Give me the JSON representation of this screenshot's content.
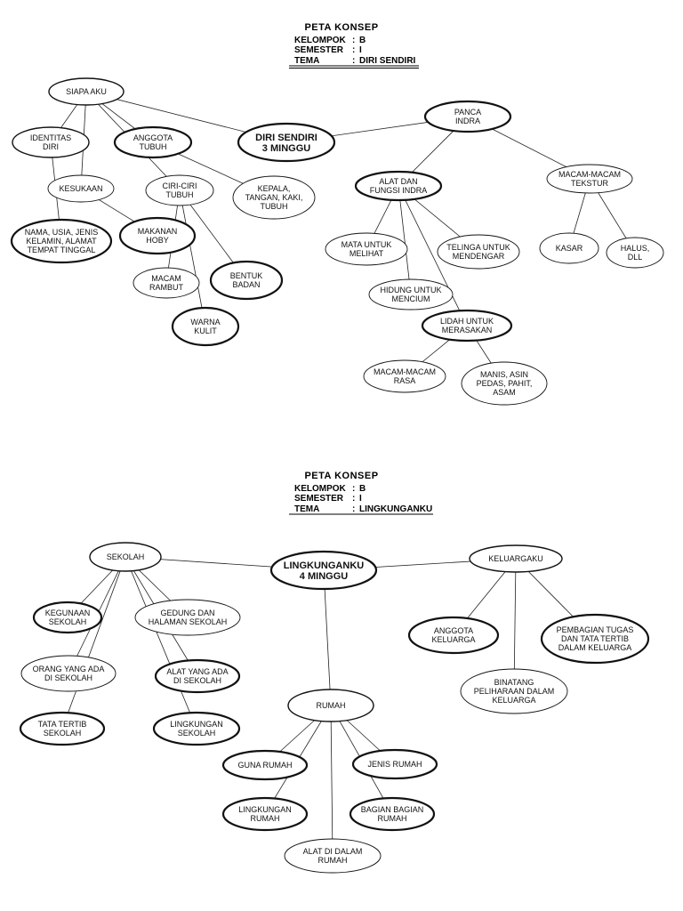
{
  "maps": [
    {
      "title": "PETA KONSEP",
      "kelompok_label": "KELOMPOK",
      "kelompok_value": "B",
      "semester_label": "SEMESTER",
      "semester_value": "I",
      "tema_label": "TEMA",
      "tema_value": "DIRI SENDIRI",
      "nodes": [
        {
          "id": "diri",
          "lines": [
            "DIRI SENDIRI",
            "3 MINGGU"
          ],
          "style": "bold"
        },
        {
          "id": "siapa",
          "lines": [
            "SIAPA AKU"
          ],
          "style": "medium"
        },
        {
          "id": "identitas",
          "lines": [
            "IDENTITAS",
            "DIRI"
          ],
          "style": "medium"
        },
        {
          "id": "nama",
          "lines": [
            "NAMA, USIA, JENIS",
            "KELAMIN, ALAMAT",
            "TEMPAT TINGGAL"
          ],
          "style": "bold"
        },
        {
          "id": "kesukaan",
          "lines": [
            "KESUKAAN"
          ],
          "style": "thin"
        },
        {
          "id": "makanan",
          "lines": [
            "MAKANAN",
            "HOBY"
          ],
          "style": "bold"
        },
        {
          "id": "anggota_tubuh",
          "lines": [
            "ANGGOTA",
            "TUBUH"
          ],
          "style": "bold"
        },
        {
          "id": "ciri",
          "lines": [
            "CIRI-CIRI",
            "TUBUH"
          ],
          "style": "thin"
        },
        {
          "id": "macam_rambut",
          "lines": [
            "MACAM",
            "RAMBUT"
          ],
          "style": "thin"
        },
        {
          "id": "warna",
          "lines": [
            "WARNA",
            "KULIT"
          ],
          "style": "bold"
        },
        {
          "id": "bentuk",
          "lines": [
            "BENTUK",
            "BADAN"
          ],
          "style": "bold"
        },
        {
          "id": "kepala",
          "lines": [
            "KEPALA,",
            "TANGAN, KAKI,",
            "TUBUH"
          ],
          "style": "thin"
        },
        {
          "id": "panca",
          "lines": [
            "PANCA",
            "INDRA"
          ],
          "style": "bold"
        },
        {
          "id": "alat_indra",
          "lines": [
            "ALAT DAN",
            "FUNGSI INDRA"
          ],
          "style": "bold"
        },
        {
          "id": "mata",
          "lines": [
            "MATA UNTUK",
            "MELIHAT"
          ],
          "style": "thin"
        },
        {
          "id": "telinga",
          "lines": [
            "TELINGA UNTUK",
            "MENDENGAR"
          ],
          "style": "thin"
        },
        {
          "id": "hidung",
          "lines": [
            "HIDUNG UNTUK",
            "MENCIUM"
          ],
          "style": "thin"
        },
        {
          "id": "lidah",
          "lines": [
            "LIDAH UNTUK",
            "MERASAKAN"
          ],
          "style": "bold"
        },
        {
          "id": "macam_rasa",
          "lines": [
            "MACAM-MACAM",
            "RASA"
          ],
          "style": "thin"
        },
        {
          "id": "manis",
          "lines": [
            "MANIS, ASIN",
            "PEDAS, PAHIT,",
            "ASAM"
          ],
          "style": "thin"
        },
        {
          "id": "tekstur",
          "lines": [
            "MACAM-MACAM",
            "TEKSTUR"
          ],
          "style": "thin"
        },
        {
          "id": "kasar",
          "lines": [
            "KASAR"
          ],
          "style": "thin"
        },
        {
          "id": "halus",
          "lines": [
            "HALUS,",
            "DLL"
          ],
          "style": "thin"
        }
      ]
    },
    {
      "title": "PETA KONSEP",
      "kelompok_label": "KELOMPOK",
      "kelompok_value": "B",
      "semester_label": "SEMESTER",
      "semester_value": "I",
      "tema_label": "TEMA",
      "tema_value": "LINGKUNGANKU",
      "nodes": [
        {
          "id": "lingk",
          "lines": [
            "LINGKUNGANKU",
            "4 MINGGU"
          ],
          "style": "bold"
        },
        {
          "id": "sekolah",
          "lines": [
            "SEKOLAH"
          ],
          "style": "medium"
        },
        {
          "id": "kegunaan",
          "lines": [
            "KEGUNAAN",
            "SEKOLAH"
          ],
          "style": "bold"
        },
        {
          "id": "gedung",
          "lines": [
            "GEDUNG DAN",
            "HALAMAN SEKOLAH"
          ],
          "style": "thin"
        },
        {
          "id": "orang",
          "lines": [
            "ORANG YANG ADA",
            "DI SEKOLAH"
          ],
          "style": "thin"
        },
        {
          "id": "alat_sek",
          "lines": [
            "ALAT YANG ADA",
            "DI SEKOLAH"
          ],
          "style": "bold"
        },
        {
          "id": "tata",
          "lines": [
            "TATA TERTIB",
            "SEKOLAH"
          ],
          "style": "bold"
        },
        {
          "id": "lingk_sek",
          "lines": [
            "LINGKUNGAN",
            "SEKOLAH"
          ],
          "style": "bold"
        },
        {
          "id": "keluarga",
          "lines": [
            "KELUARGAKU"
          ],
          "style": "medium"
        },
        {
          "id": "anggota_kel",
          "lines": [
            "ANGGOTA",
            "KELUARGA"
          ],
          "style": "bold"
        },
        {
          "id": "binatang",
          "lines": [
            "BINATANG",
            "PELIHARAAN DALAM",
            "KELUARGA"
          ],
          "style": "thin"
        },
        {
          "id": "pembagian",
          "lines": [
            "PEMBAGIAN TUGAS",
            "DAN TATA TERTIB",
            "DALAM KELUARGA"
          ],
          "style": "bold"
        },
        {
          "id": "rumah",
          "lines": [
            "RUMAH"
          ],
          "style": "medium"
        },
        {
          "id": "guna",
          "lines": [
            "GUNA RUMAH"
          ],
          "style": "bold"
        },
        {
          "id": "jenis",
          "lines": [
            "JENIS RUMAH"
          ],
          "style": "bold"
        },
        {
          "id": "lingk_rumah",
          "lines": [
            "LINGKUNGAN",
            "RUMAH"
          ],
          "style": "bold"
        },
        {
          "id": "bagian",
          "lines": [
            "BAGIAN BAGIAN",
            "RUMAH"
          ],
          "style": "bold"
        },
        {
          "id": "alat_rumah",
          "lines": [
            "ALAT DI DALAM",
            "RUMAH"
          ],
          "style": "thin"
        }
      ]
    }
  ]
}
